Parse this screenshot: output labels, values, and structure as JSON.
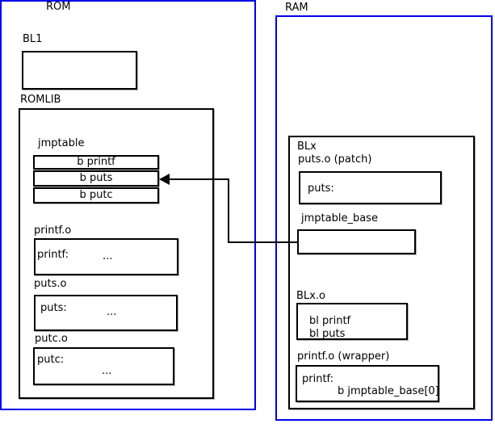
{
  "colors": {
    "outline": "#0000ee",
    "line": "#000000",
    "background": "#ffffff"
  },
  "rom": {
    "title": "ROM",
    "bl1_label": "BL1",
    "romlib_label": "ROMLIB",
    "jmptable": {
      "label": "jmptable",
      "rows": [
        "b printf",
        "b puts",
        "b putc"
      ]
    },
    "printf_o": {
      "label": "printf.o",
      "symbol": "printf:",
      "body": "..."
    },
    "puts_o": {
      "label": "puts.o",
      "symbol": "puts:",
      "body": "..."
    },
    "putc_o": {
      "label": "putc.o",
      "symbol": "putc:",
      "body": "..."
    }
  },
  "ram": {
    "title": "RAM",
    "blx_label": "BLx",
    "puts_patch": {
      "label": "puts.o (patch)",
      "symbol": "puts:"
    },
    "jmptable_base": {
      "label": "jmptable_base"
    },
    "blx_o": {
      "label": "BLx.o",
      "line1": "bl printf",
      "line2": "bl puts"
    },
    "printf_wrapper": {
      "label": "printf.o (wrapper)",
      "symbol": "printf:",
      "instruction": "b jmptable_base[0]"
    }
  }
}
